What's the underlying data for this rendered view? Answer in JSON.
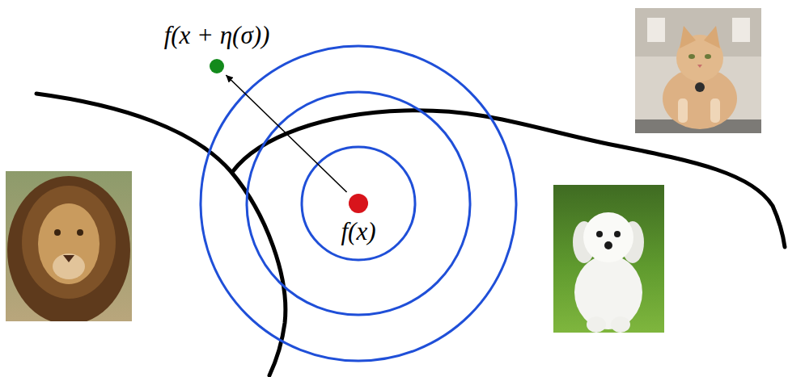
{
  "diagram": {
    "nodes": [
      {
        "text": [
          "f(x + η(σ))"
        ]
      },
      {
        "text": [
          "f(x)"
        ]
      }
    ],
    "edges": [
      {
        "from": 1,
        "to": 0,
        "arrow": "to"
      }
    ]
  }
}
